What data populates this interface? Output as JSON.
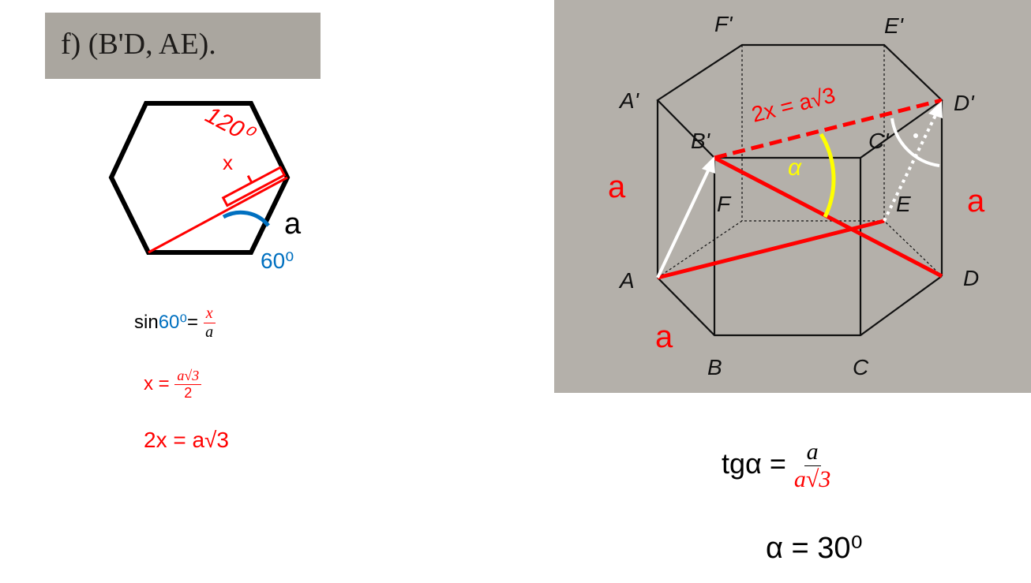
{
  "problem": {
    "label": "f) (B'D, AE)."
  },
  "hexagon": {
    "angle_120": "120⁰",
    "x_label": "x",
    "side_label": "a",
    "angle_60": "60⁰"
  },
  "formulas_left": {
    "sin_prefix": "sin",
    "sin_angle": "60⁰",
    "equals": "=",
    "sin_num": "x",
    "sin_den": "a",
    "x_prefix": "x =",
    "x_num": "a√3",
    "x_den": "2",
    "two_x": "2x = a√3"
  },
  "prism": {
    "vertices": {
      "F1": "F'",
      "E1": "E'",
      "A1": "A'",
      "D1": "D'",
      "B1": "B'",
      "C1": "C'",
      "F": "F",
      "E": "E",
      "A": "A",
      "D": "D",
      "B": "B",
      "C": "C"
    },
    "dashed_label": "2x = a√3",
    "alpha": "α",
    "a_left": "a",
    "a_right": "a",
    "a_bottom": "a"
  },
  "formulas_right": {
    "tg_prefix": "tgα =",
    "tg_num": "a",
    "tg_den": "a√3",
    "result": "α = 30⁰"
  },
  "colors": {
    "red": "#ff0000",
    "blue": "#0070c0",
    "yellow": "#ffff00",
    "photo_bg": "#b4b0aa"
  }
}
